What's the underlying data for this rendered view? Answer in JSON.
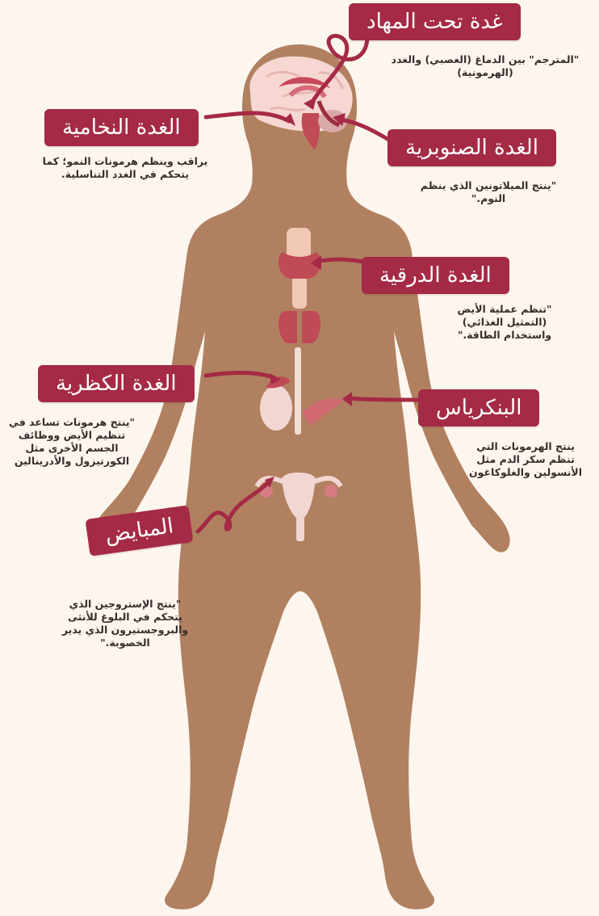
{
  "colors": {
    "background": "#fdf6ef",
    "body": "#b08060",
    "label_bg": "#a52a45",
    "label_text": "#ffffff",
    "arrow": "#a52a45",
    "organ_pink": "#e8a09a",
    "organ_red": "#b03a45",
    "description_text": "#3a2c2c"
  },
  "glands": {
    "hypothalamus": {
      "label": "غدة تحت المهاد",
      "description": [
        "\"المترجم\" بين الدماغ (العصبي) والغدد",
        "(الهرمونية)"
      ]
    },
    "pituitary": {
      "label": "الغدة النخامية",
      "description": [
        "يراقب وينظم هرمونات النمو؛ كما",
        "يتحكم في الغدد التناسلية."
      ]
    },
    "pineal": {
      "label": "الغدة الصنوبرية",
      "description": [
        "\"ينتج الميلاتونين الذي ينظم",
        "النوم.\""
      ]
    },
    "thyroid": {
      "label": "الغدة الدرقية",
      "description": [
        "\"تنظم عملية الأيض",
        "(التمثيل الغذائي)",
        "واستخدام الطاقة.\""
      ]
    },
    "adrenal": {
      "label": "الغدة الكظرية",
      "description": [
        "\"ينتج هرمونات تساعد في",
        "تنظيم الأيض ووظائف",
        "الجسم الأخرى مثل",
        "الكورتيزول والأدرينالين"
      ]
    },
    "pancreas": {
      "label": "البنكرياس",
      "description": [
        "ينتج الهرمونات التي",
        "تنظم سكر الدم مثل",
        "الأنسولين والغلوكاغون"
      ]
    },
    "ovaries": {
      "label": "المبايض",
      "description": [
        "\"ينتج الإستروجين الذي",
        "يتحكم في البلوغ للأنثى",
        "والبروجستيرون الذي يدير",
        "الخصوبة.\""
      ]
    }
  }
}
